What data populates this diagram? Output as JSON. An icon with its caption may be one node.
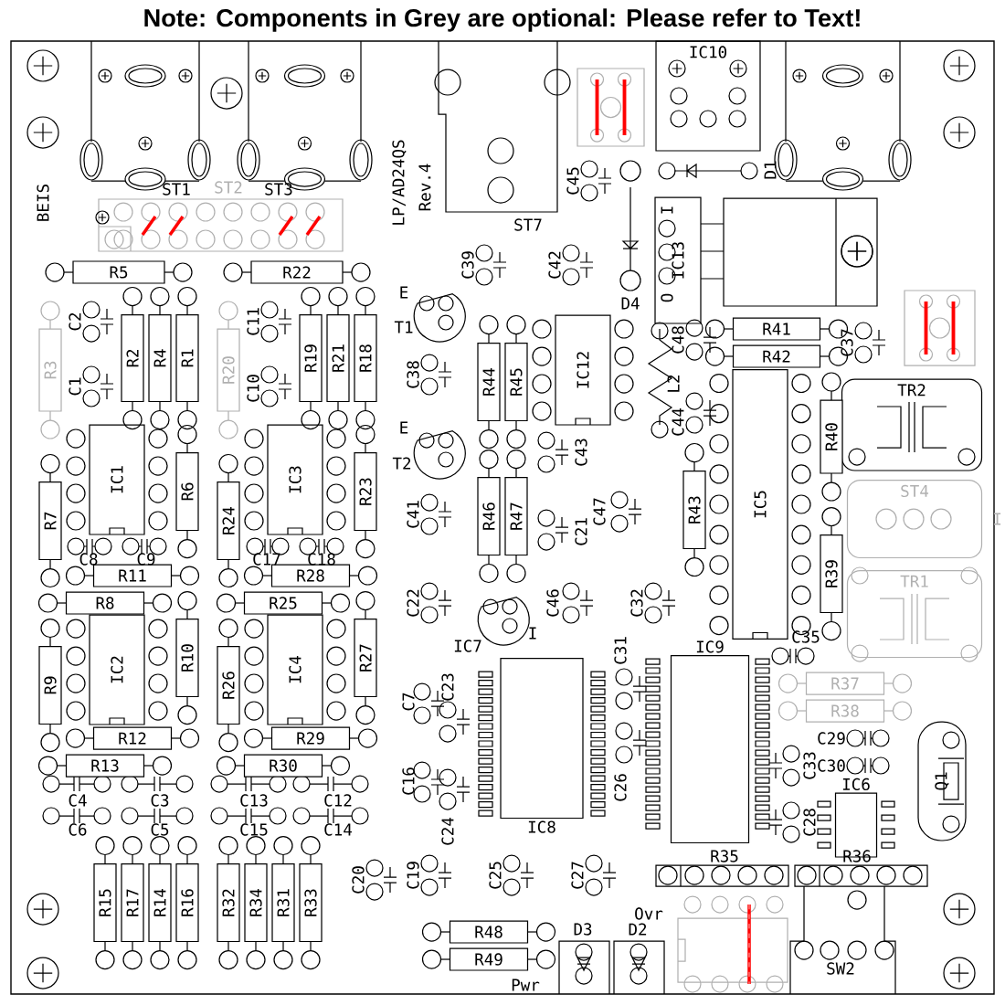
{
  "diagram": {
    "title": "Note: Components in Grey are optional: Please refer to Text!",
    "nodes": [
      {
        "text": [
          "R5"
        ]
      },
      {
        "text": [
          "R22"
        ]
      },
      {
        "text": [
          "R2"
        ]
      },
      {
        "text": [
          "R4"
        ]
      },
      {
        "text": [
          "R1"
        ]
      },
      {
        "text": [
          "R3"
        ]
      },
      {
        "text": [
          "R19"
        ]
      },
      {
        "text": [
          "R21"
        ]
      },
      {
        "text": [
          "R18"
        ]
      },
      {
        "text": [
          "R20"
        ]
      },
      {
        "text": [
          "IC1"
        ]
      },
      {
        "text": [
          "R6"
        ]
      },
      {
        "text": [
          "IC3"
        ]
      },
      {
        "text": [
          "R23"
        ]
      },
      {
        "text": [
          "R7"
        ]
      },
      {
        "text": [
          "R24"
        ]
      },
      {
        "text": [
          "R11"
        ]
      },
      {
        "text": [
          "R28"
        ]
      },
      {
        "text": [
          "R8"
        ]
      },
      {
        "text": [
          "R25"
        ]
      },
      {
        "text": [
          "IC2"
        ]
      },
      {
        "text": [
          "R10"
        ]
      },
      {
        "text": [
          "R9"
        ]
      },
      {
        "text": [
          "IC4"
        ]
      },
      {
        "text": [
          "R26"
        ]
      },
      {
        "text": [
          "R27"
        ]
      },
      {
        "text": [
          "R12"
        ]
      },
      {
        "text": [
          "R29"
        ]
      },
      {
        "text": [
          "R13"
        ]
      },
      {
        "text": [
          "R30"
        ]
      },
      {
        "text": [
          "R15"
        ]
      },
      {
        "text": [
          "R17"
        ]
      },
      {
        "text": [
          "R14"
        ]
      },
      {
        "text": [
          "R16"
        ]
      },
      {
        "text": [
          "R32"
        ]
      },
      {
        "text": [
          "R34"
        ]
      },
      {
        "text": [
          "R31"
        ]
      },
      {
        "text": [
          "R33"
        ]
      },
      {
        "text": [
          "IC13"
        ]
      },
      {
        "text": [
          "R44"
        ]
      },
      {
        "text": [
          "R45"
        ]
      },
      {
        "text": [
          "IC12"
        ]
      },
      {
        "text": [
          "R41"
        ]
      },
      {
        "text": [
          "R42"
        ]
      },
      {
        "text": [
          "TR2"
        ]
      },
      {
        "text": [
          "R40"
        ]
      },
      {
        "text": [
          "IC5"
        ]
      },
      {
        "text": [
          "R43"
        ]
      },
      {
        "text": [
          "R46"
        ]
      },
      {
        "text": [
          "R47"
        ]
      },
      {
        "text": [
          "R39"
        ]
      },
      {
        "text": [
          "R37"
        ]
      },
      {
        "text": [
          "R38"
        ]
      },
      {
        "text": [
          "R48"
        ]
      },
      {
        "text": [
          "R49"
        ]
      },
      {
        "text": [
          "IC10"
        ]
      },
      {
        "text": [
          "IC8"
        ]
      },
      {
        "text": [
          "IC9"
        ]
      },
      {
        "text": [
          "IC6"
        ]
      },
      {
        "text": [
          "TR1"
        ]
      },
      {
        "text": [
          "ST4",
          "I"
        ]
      },
      {
        "text": [
          "Q1"
        ]
      }
    ],
    "labels": [
      "ST1",
      "ST2",
      "ST3",
      "BEIS",
      "LP/AD24QS",
      "Rev.4",
      "ST7",
      "C45",
      "D1",
      "I",
      "C39",
      "C42",
      "D4",
      "O",
      "C2",
      "C11",
      "E",
      "T1",
      "C48",
      "L2",
      "C37",
      "C1",
      "C10",
      "C38",
      "E",
      "T2",
      "C44",
      "C43",
      "C41",
      "C47",
      "C21",
      "C8",
      "C9",
      "C17",
      "C18",
      "C22",
      "C46",
      "C32",
      "IC7",
      "I",
      "C35",
      "C31",
      "C7",
      "C23",
      "C29",
      "C30",
      "C33",
      "C16",
      "C26",
      "C28",
      "C4",
      "C3",
      "C13",
      "C12",
      "C6",
      "C5",
      "C15",
      "C14",
      "C24",
      "R35",
      "R36",
      "C20",
      "C19",
      "C25",
      "C27",
      "Ovr",
      "D3",
      "D2",
      "SW2",
      "Pwr"
    ]
  }
}
